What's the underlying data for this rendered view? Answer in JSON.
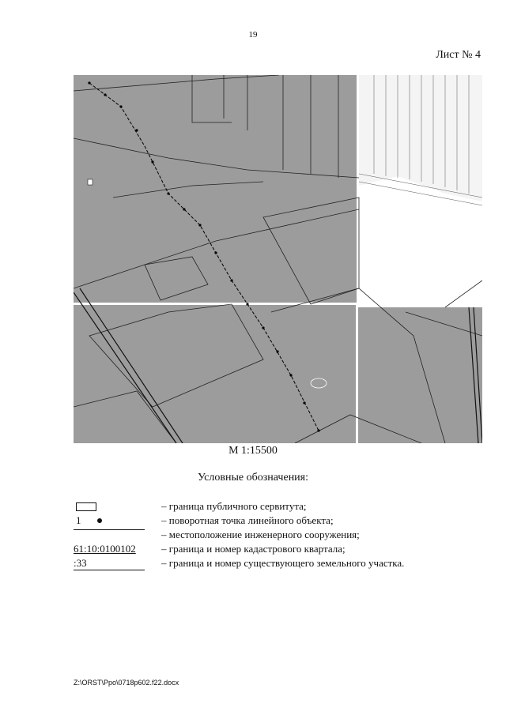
{
  "page": {
    "number": "19",
    "sheet_label": "Лист № 4"
  },
  "map": {
    "scale_label": "М 1:15500"
  },
  "legend": {
    "title": "Условные обозначения:",
    "items": [
      {
        "symbol": "public-servitude-boundary",
        "text": "– граница публичного сервитута;"
      },
      {
        "symbol": "turning-point",
        "symbol_text": "1",
        "text": "– поворотная точка линейного объекта;"
      },
      {
        "symbol": "engineering-structure-line",
        "text": "– местоположение инженерного сооружения;"
      },
      {
        "symbol": "cadastral-quarter",
        "symbol_text": "61:10:0100102",
        "text": "– граница и номер кадастрового квартала;"
      },
      {
        "symbol": "land-parcel",
        "symbol_text": ":33",
        "text": "– граница и номер существующего земельного участка."
      }
    ]
  },
  "footer": {
    "path": "Z:\\ORST\\Ppo\\0718p602.f22.docx"
  }
}
